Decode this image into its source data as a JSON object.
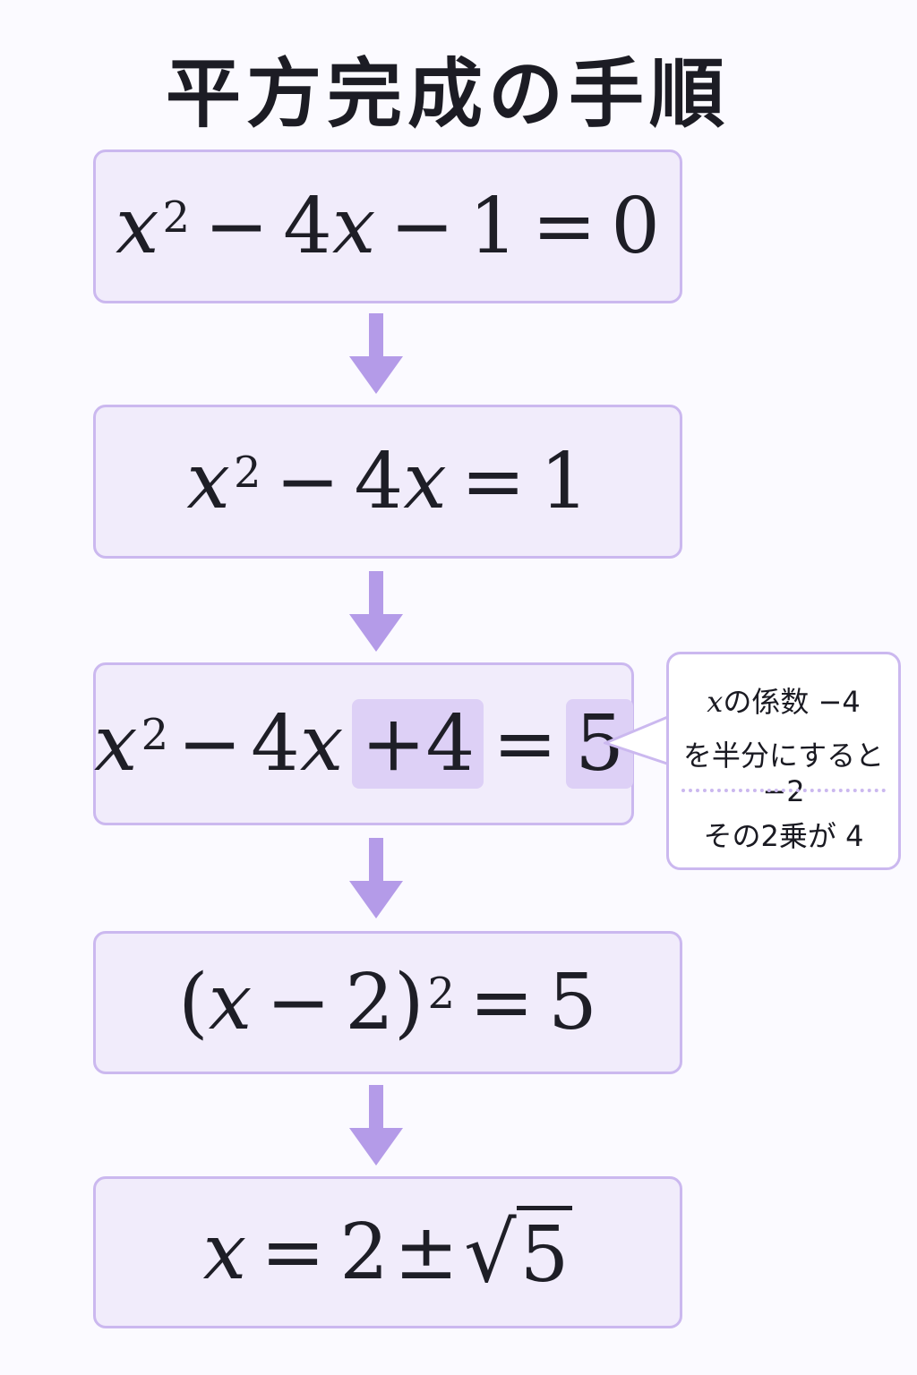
{
  "title": "平方完成の手順",
  "steps": [
    {
      "parts": [
        "x",
        "2",
        "−",
        "4",
        "x",
        "−",
        "1",
        "=",
        "0"
      ]
    },
    {
      "parts": [
        "x",
        "2",
        "−",
        "4",
        "x",
        "=",
        "1"
      ]
    },
    {
      "parts": [
        "x",
        "2",
        "−",
        "4",
        "x",
        "+4",
        "=",
        "5"
      ]
    },
    {
      "parts": [
        "(",
        "x",
        "−",
        "2",
        ")",
        "2",
        "=",
        "5"
      ]
    },
    {
      "parts": [
        "x",
        "=",
        "2",
        "±",
        "√",
        "5"
      ]
    }
  ],
  "callout": {
    "line1_var": "x",
    "line1_text": "の係数 −4",
    "line2": "を半分にすると−2",
    "line3": "その2乗が 4"
  },
  "colors": {
    "box_fill": "#f1ecfb",
    "box_border": "#cbb8ef",
    "arrow": "#b49be8",
    "highlight": "#ddd0f6"
  }
}
